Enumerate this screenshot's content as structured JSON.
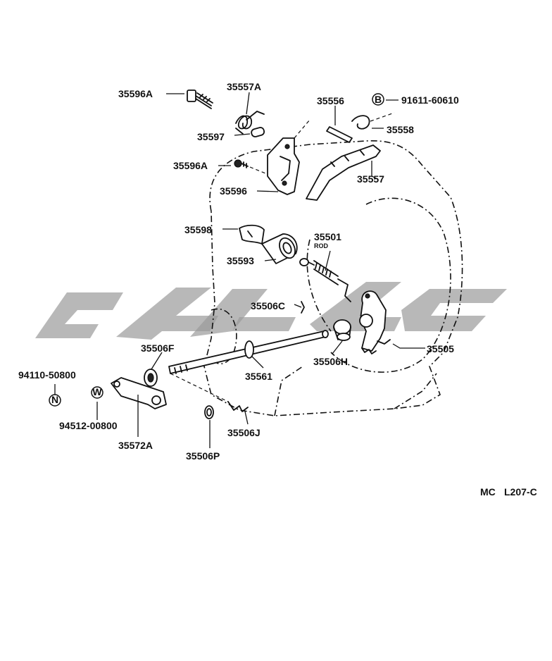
{
  "labels": {
    "p35596A_top": "35596A",
    "p35557A": "35557A",
    "p35556": "35556",
    "p91611": "91611-60610",
    "p35558": "35558",
    "p35597": "35597",
    "p35596A_mid": "35596A",
    "p35557": "35557",
    "p35596": "35596",
    "p35598": "35598",
    "p35501": "35501",
    "rod": "ROD",
    "p35593": "35593",
    "p35506C": "35506C",
    "p35506F": "35506F",
    "p35505": "35505",
    "p94110": "94110-50800",
    "p35561": "35561",
    "p35506H": "35506H",
    "p94512": "94512-00800",
    "p35572A": "35572A",
    "p35506J": "35506J",
    "p35506P": "35506P"
  },
  "symbols": {
    "b": "B",
    "n": "N",
    "w": "W"
  },
  "footer": {
    "code_prefix": "MC",
    "code": "L207-C"
  }
}
